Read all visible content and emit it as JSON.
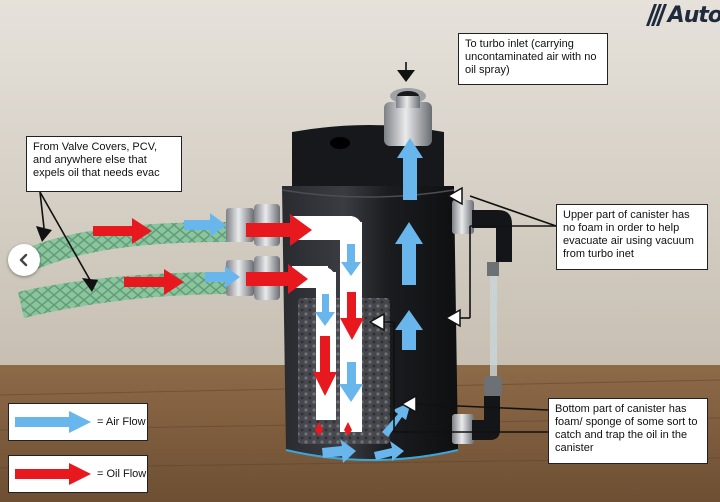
{
  "logo": {
    "text": "Auto"
  },
  "callouts": {
    "turbo_inlet": "To turbo inlet (carrying uncontaminated air with no oil spray)",
    "valve_covers": "From Valve Covers, PCV, and anywhere else that expels oil that needs evac",
    "upper_part": "Upper part of canister has no foam in order to help evacuate air using vacuum from turbo inet",
    "bottom_part": "Bottom part of canister has foam/ sponge of some sort to catch and trap the oil in the canister"
  },
  "legend": {
    "air_label": "= Air Flow",
    "oil_label": "= Oil Flow"
  },
  "colors": {
    "air_arrow": "#69b6ec",
    "oil_arrow": "#e8191e",
    "canister": "#1e1f22",
    "hose": "#84c49a"
  },
  "icons": {
    "nav": "chevron-left-icon"
  }
}
